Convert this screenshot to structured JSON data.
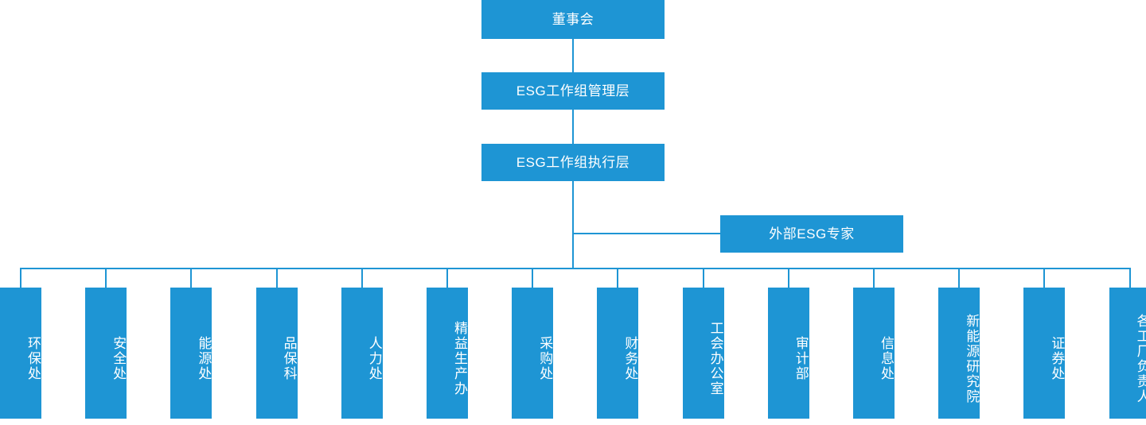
{
  "theme": {
    "box_fill": "#1e95d4",
    "line_color": "#1e95d4",
    "text_color": "#ffffff",
    "background": "#ffffff"
  },
  "diagram": {
    "type": "org-chart",
    "orientation": "top-down",
    "levels": [
      {
        "level": 1,
        "nodes": [
          {
            "label": "董事会"
          }
        ]
      },
      {
        "level": 2,
        "nodes": [
          {
            "label": "ESG工作组管理层"
          }
        ]
      },
      {
        "level": 3,
        "nodes": [
          {
            "label": "ESG工作组执行层"
          }
        ]
      },
      {
        "level": 4,
        "nodes": [
          {
            "label": "外部ESG专家"
          }
        ]
      }
    ]
  },
  "top": {
    "board": "董事会",
    "esg_management": "ESG工作组管理层",
    "esg_execution": "ESG工作组执行层",
    "external_expert": "外部ESG专家"
  },
  "departments": [
    {
      "label": "环保处"
    },
    {
      "label": "安全处"
    },
    {
      "label": "能源处"
    },
    {
      "label": "品保科"
    },
    {
      "label": "人力处"
    },
    {
      "label": "精益生产办"
    },
    {
      "label": "采购处"
    },
    {
      "label": "财务处"
    },
    {
      "label": "工会办公室"
    },
    {
      "label": "审计部"
    },
    {
      "label": "信息处"
    },
    {
      "label": "新能源研究院"
    },
    {
      "label": "证券处"
    },
    {
      "label": "各工厂负责人"
    }
  ]
}
